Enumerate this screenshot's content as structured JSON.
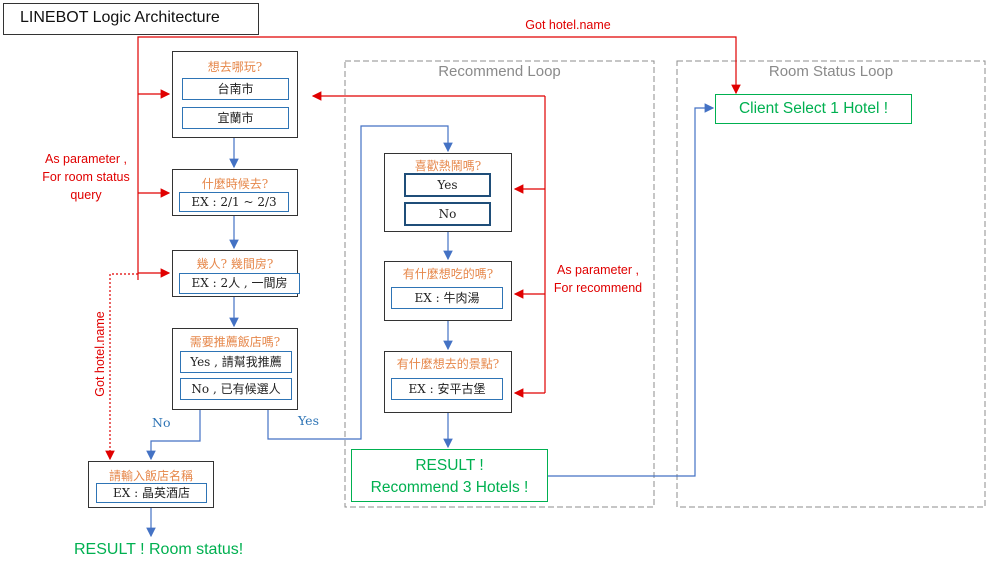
{
  "title": "LINEBOT Logic Architecture",
  "loops": {
    "recommend": "Recommend Loop",
    "room_status": "Room Status Loop"
  },
  "steps": {
    "where": {
      "question": "想去哪玩?",
      "options": [
        "台南市",
        "宜蘭市"
      ]
    },
    "when": {
      "question": "什麼時候去?",
      "example": "EX : 2/1 ~ 2/3"
    },
    "people": {
      "question": "幾人? 幾間房?",
      "example": "EX : 2人 , 一間房"
    },
    "recommend_q": {
      "question": "需要推薦飯店嗎?",
      "options": [
        "Yes , 請幫我推薦",
        "No , 已有候選人"
      ]
    },
    "hotel_name": {
      "question": "請輸入飯店名稱",
      "example": "EX : 晶英酒店"
    },
    "lively": {
      "question": "喜歡熱鬧嗎?",
      "options": [
        "Yes",
        "No"
      ]
    },
    "food": {
      "question": "有什麼想吃的嗎?",
      "example": "EX : 牛肉湯"
    },
    "sight": {
      "question": "有什麼想去的景點?",
      "example": "EX : 安平古堡"
    }
  },
  "results": {
    "recommend": [
      "RESULT !",
      "Recommend 3 Hotels !"
    ],
    "client_select": "Client Select 1 Hotel !",
    "room_status": "RESULT ! Room status!"
  },
  "labels": {
    "got_hotel_name_top": "Got hotel.name",
    "got_hotel_name_side": "Got hotel.name",
    "param_room": [
      "As parameter ,",
      "For room status",
      "query"
    ],
    "param_recommend": [
      "As parameter ,",
      "For recommend"
    ],
    "no": "No",
    "yes": "Yes"
  },
  "colors": {
    "red": "#e00000",
    "blue": "#4472c4",
    "green": "#00b050",
    "orange": "#e6874a"
  }
}
